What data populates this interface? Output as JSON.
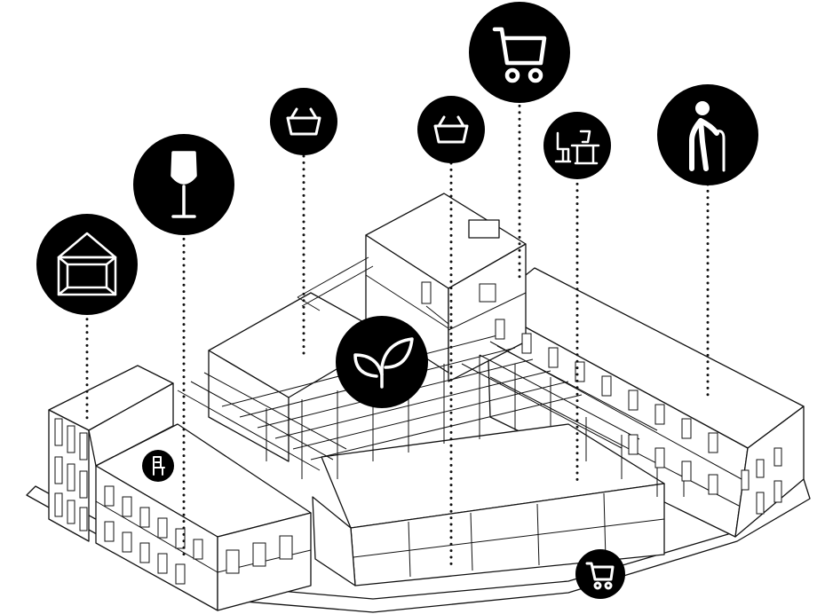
{
  "diagram": {
    "background_color": "#ffffff",
    "badge_color": "#000000",
    "icon_color": "#ffffff",
    "markers": [
      {
        "id": "housing",
        "icon": "house-outline-icon"
      },
      {
        "id": "restaurant",
        "icon": "wine-glass-icon"
      },
      {
        "id": "market-1",
        "icon": "basket-icon"
      },
      {
        "id": "market-2",
        "icon": "basket-icon"
      },
      {
        "id": "supermarket",
        "icon": "shopping-cart-icon"
      },
      {
        "id": "office",
        "icon": "desk-and-chair-icon"
      },
      {
        "id": "elderly-care",
        "icon": "elderly-person-icon"
      },
      {
        "id": "green-courtyard",
        "icon": "leaves-icon"
      },
      {
        "id": "furniture",
        "icon": "chair-icon"
      },
      {
        "id": "shop",
        "icon": "small-cart-icon"
      }
    ]
  }
}
